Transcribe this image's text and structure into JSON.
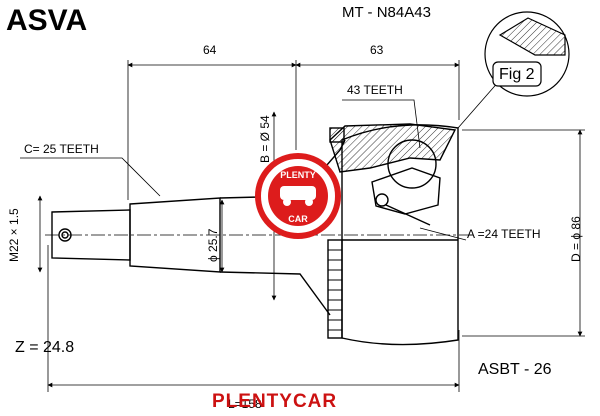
{
  "header": {
    "brand": "ASVA",
    "part_number": "MT - N84A43"
  },
  "dimensions": {
    "length_outer_top": "64",
    "length_inner_top": "63",
    "bearing_dia": "B = Ø 54",
    "outer_teeth_top": "43 TEETH",
    "shaft_teeth": "C= 25 TEETH",
    "shaft_dia": "ϕ 25.7",
    "thread": "M22 × 1.5",
    "inner_teeth": "A =24 TEETH",
    "outer_dia": "D = ϕ 86",
    "total_length": "L=158",
    "z_value": "Z = 24.8"
  },
  "figure_label": "Fig 2",
  "footer": {
    "code": "ASBT - 26",
    "watermark": "PLENTYCAR"
  },
  "stamp": {
    "text_top": "PLENTY",
    "text_bottom": "CAR"
  },
  "colors": {
    "line": "#000000",
    "stamp": "#dd1c1c",
    "watermark": "#cc1111"
  }
}
